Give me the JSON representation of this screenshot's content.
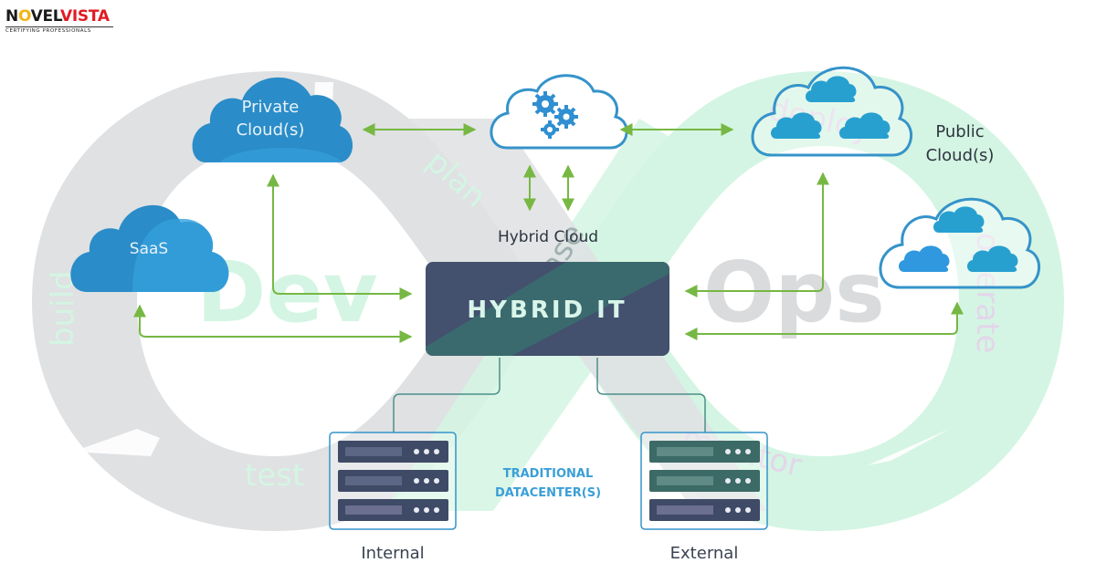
{
  "logo": {
    "brand_n": "N",
    "brand_o": "O",
    "brand_vel": "VEL",
    "brand_vista": "VISTA",
    "tagline": "CERTIFYING PROFESSIONALS"
  },
  "watermark": {
    "left_word": "Dev",
    "right_word": "Ops",
    "phases": [
      "code",
      "build",
      "test",
      "plan",
      "release",
      "deploy",
      "operate",
      "monitor"
    ]
  },
  "nodes": {
    "private_cloud": "Private\nCloud(s)",
    "private_cloud_line1": "Private",
    "private_cloud_line2": "Cloud(s)",
    "saas": "SaaS",
    "hybrid_cloud_label": "Hybrid Cloud",
    "public_cloud_line1": "Public",
    "public_cloud_line2": "Cloud(s)",
    "hybrid_it": "HYBRID IT",
    "traditional_line1": "TRADITIONAL",
    "traditional_line2": "DATACENTER(S)",
    "internal": "Internal",
    "external": "External"
  },
  "colors": {
    "cloud_blue": "#2a8cc8",
    "cloud_blue_light": "#34a0dc",
    "outline_blue": "#3593c9",
    "arrow_green": "#76b843",
    "hybrid_box": "#43506e",
    "hybrid_box_teal": "#3a6d6e",
    "hybrid_text": "#d9f5ea",
    "gray_ring": "#dfe1e3",
    "green_ring": "#d4f5e3",
    "server_dark": "#3f4a66",
    "server_teal": "#3c6a66",
    "text_dark": "#333a44",
    "trad_blue": "#3a9fd6"
  }
}
